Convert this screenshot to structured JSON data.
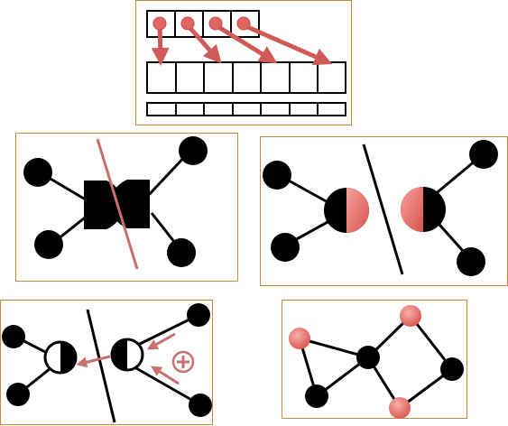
{
  "colors": {
    "accent": "#d9534f",
    "accent_light": "#f08080",
    "ink": "#000000",
    "frame": "#c98a3a"
  },
  "panels": [
    {
      "id": "gather-array-mapping",
      "type": "array-mapping"
    },
    {
      "id": "half-disk-pair-divided",
      "type": "molecule-pair"
    },
    {
      "id": "tinted-node-pair-divided",
      "type": "molecule-pair"
    },
    {
      "id": "half-circle-pair-arrows",
      "type": "molecule-pair",
      "symbol": "⊕"
    },
    {
      "id": "node-network-graph",
      "type": "graph"
    }
  ]
}
